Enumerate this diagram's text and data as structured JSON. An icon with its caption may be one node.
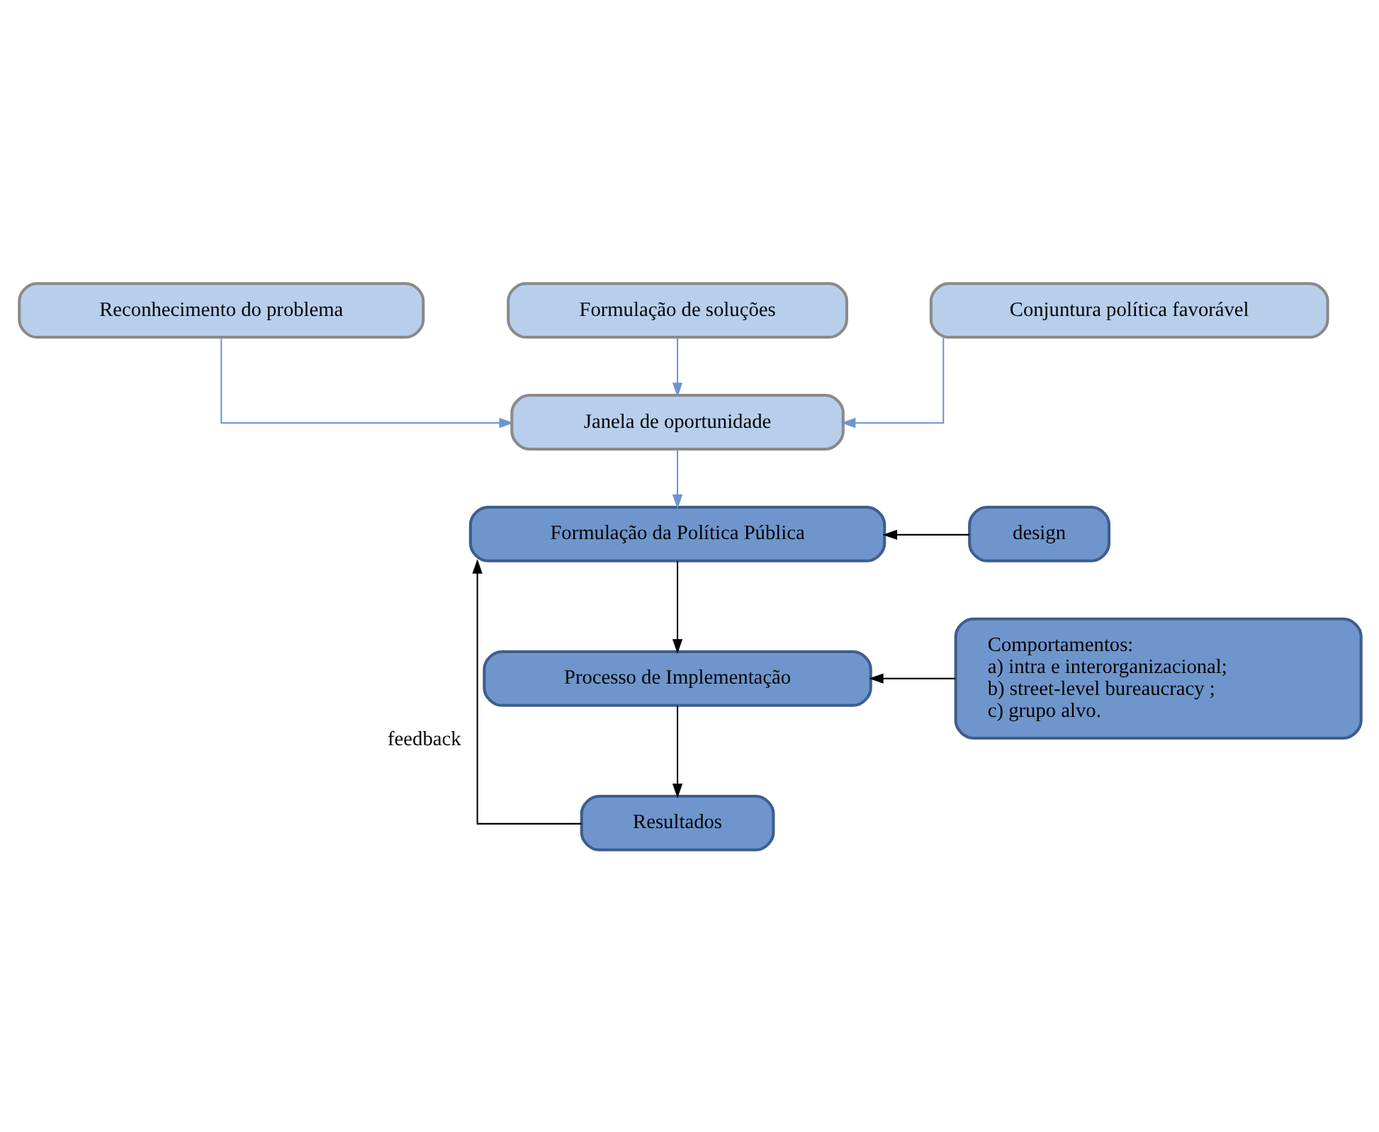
{
  "diagram": {
    "nodes": [
      {
        "text": [
          "Reconhecimento do problema"
        ]
      },
      {
        "text": [
          "Formulação de soluções"
        ]
      },
      {
        "text": [
          "Conjuntura política favorável"
        ]
      },
      {
        "text": [
          "Janela de oportunidade"
        ]
      },
      {
        "text": [
          "Formulação da Política Pública"
        ]
      },
      {
        "text": [
          "design"
        ]
      },
      {
        "text": [
          "Processo de Implementação"
        ]
      },
      {
        "text": [
          "Comportamentos:",
          "a) intra e interorganizacional;",
          "b) street-level bureaucracy ;",
          "c) grupo alvo."
        ]
      },
      {
        "text": [
          "Resultados"
        ]
      }
    ],
    "edges": [
      {
        "from": 0,
        "to": 3,
        "arrow": "to",
        "color": "#6f95cf"
      },
      {
        "from": 1,
        "to": 3,
        "arrow": "to",
        "color": "#6f95cf"
      },
      {
        "from": 2,
        "to": 3,
        "arrow": "to",
        "color": "#6f95cf"
      },
      {
        "from": 3,
        "to": 4,
        "arrow": "to",
        "color": "#6f95cf"
      },
      {
        "from": 5,
        "to": 4,
        "arrow": "to"
      },
      {
        "from": 4,
        "to": 6,
        "arrow": "to"
      },
      {
        "from": 7,
        "to": 6,
        "arrow": "to"
      },
      {
        "from": 6,
        "to": 8,
        "arrow": "to"
      },
      {
        "from": 8,
        "to": 4,
        "arrow": "to",
        "label": "feedback"
      }
    ]
  }
}
